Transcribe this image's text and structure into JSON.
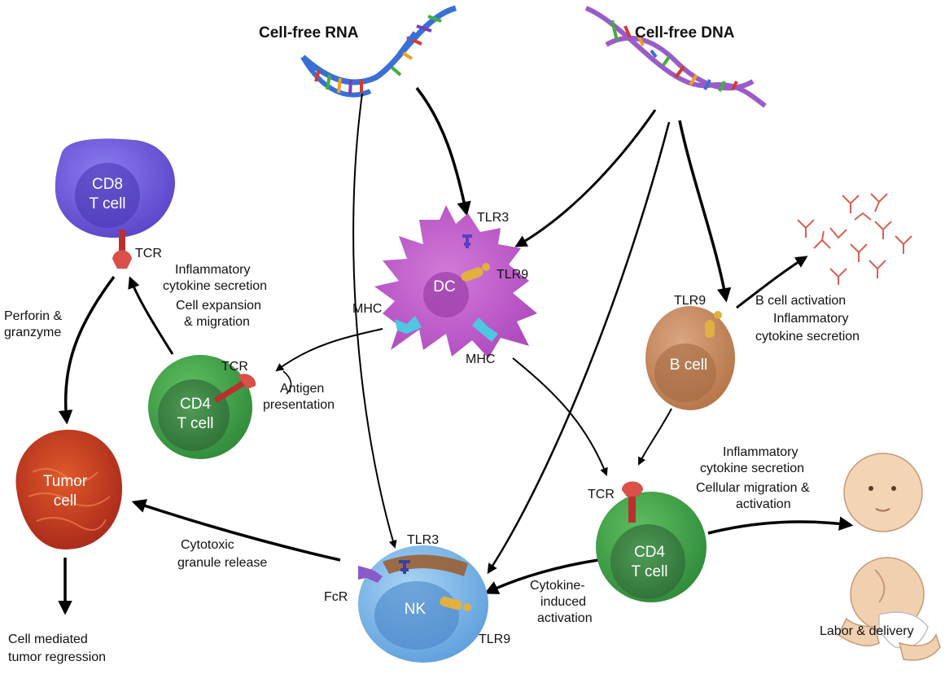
{
  "sources": {
    "rna": "Cell-free RNA",
    "dna": "Cell-free DNA"
  },
  "cells": {
    "cd8": [
      "CD8",
      "T cell"
    ],
    "dc": "DC",
    "b": "B cell",
    "cd4_left": [
      "CD4",
      "T cell"
    ],
    "cd4_right": [
      "CD4",
      "T cell"
    ],
    "nk": "NK",
    "tumor": [
      "Tumor",
      "cell"
    ]
  },
  "receptors": {
    "tcr_cd8": "TCR",
    "tcr_cd4_left": "TCR",
    "tcr_cd4_right": "TCR",
    "tlr3_dc": "TLR3",
    "tlr9_dc": "TLR9",
    "mhc_left": "MHC",
    "mhc_right": "MHC",
    "tlr9_b": "TLR9",
    "tlr3_nk": "TLR3",
    "tlr9_nk": "TLR9",
    "fcr": "FcR"
  },
  "annotations": {
    "cd4_to_cd8": [
      "Inflammatory",
      "cytokine secretion",
      "Cell expansion",
      "& migration"
    ],
    "perforin": [
      "Perforin &",
      "granzyme"
    ],
    "antigen": [
      "Antigen",
      "presentation"
    ],
    "b_activation": [
      "B cell activation",
      "Inflammatory",
      "cytokine secretion"
    ],
    "cd4_to_baby": [
      "Inflammatory",
      "cytokine secretion",
      "Cellular migration &",
      "activation"
    ],
    "cytotoxic": [
      "Cytotoxic",
      "granule release"
    ],
    "cytokine_induced": [
      "Cytokine-",
      "induced",
      "activation"
    ],
    "regression": [
      "Cell mediated",
      "tumor regression"
    ],
    "labor": "Labor & delivery"
  }
}
